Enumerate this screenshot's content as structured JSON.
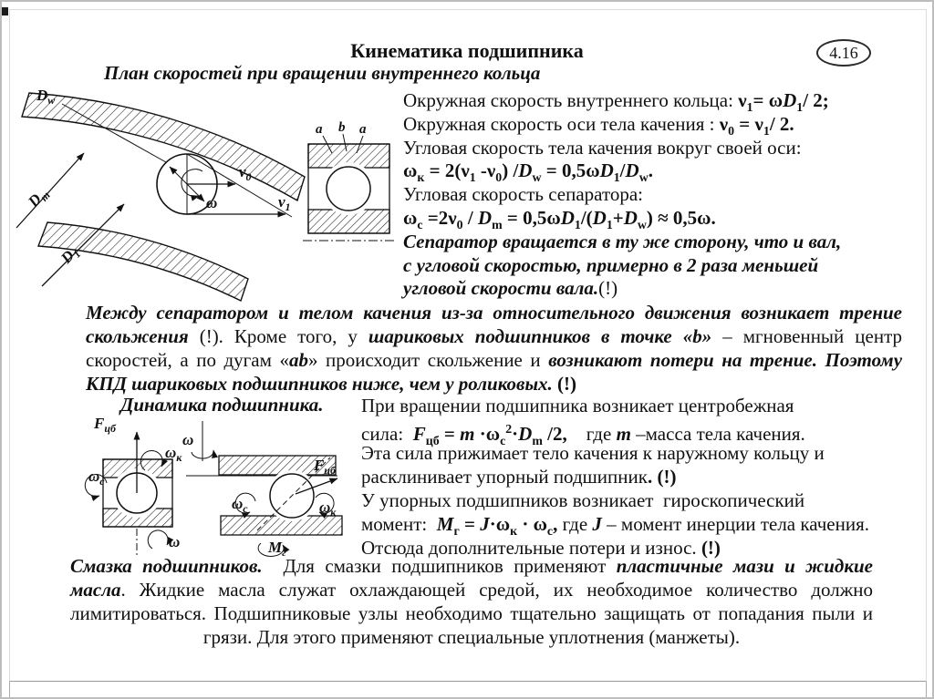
{
  "slide": {
    "title": "Кинематика подшипника",
    "badge": "4.16",
    "subtitle": "План скоростей при вращении внутреннего кольца"
  },
  "kinematics": {
    "lines": [
      "Окружная скорость внутреннего кольца: <b>ν<sub>1</sub>= ω<i>D</i><sub>1</sub>/ 2;</b>",
      "Окружная скорость оси тела качения : <b>ν<sub>0</sub> = ν<sub>1</sub>/ 2.</b>",
      "Угловая скорость тела качения вокруг своей оси:",
      "<b>ω<sub>к</sub> = 2(ν<sub>1</sub> -ν<sub>0</sub>) /<i>D</i><sub>w</sub> = 0,5ω<i>D</i><sub>1</sub>/<i>D</i><sub>w</sub>.</b>",
      "Угловая скорость сепаратора:",
      "<b>ω<sub>с</sub> =2ν<sub>0</sub> / <i>D</i><sub>m</sub> = 0,5ω<i>D</i><sub>1</sub>/(<i>D</i><sub>1</sub>+<i>D</i><sub>w</sub>) ≈ 0,5ω.</b>",
      "<b><i>Сепаратор вращается в ту же сторону, что и вал,</i></b>",
      "<b><i>с угловой скоростью, примерно в 2 раза меньшей</i></b>",
      "<b><i>угловой скорости вала.</i></b>(!)"
    ]
  },
  "friction_paragraph": "<b><i>Между сепаратором и телом качения из-за относительного движения возникает трение скольжения</i></b> (!). Кроме того, у <b><i>шариковых подшипников в точке «b»</i></b> – мгновенный центр скоростей, а по дугам «<b><i>ab</i></b>» происходит скольжение и <b><i>возникают потери на трение.</i></b> <b><i>Поэтому КПД шариковых подшипников ниже, чем у роликовых.</i></b> <b>(!)</b>",
  "dynamics": {
    "heading": "Динамика подшипника.",
    "lines": [
      "При вращении подшипника возникает центробежная",
      "сила:&nbsp; <b><i>F</i><sub>цб</sub> = <i>m</i> ·ω<sub>с</sub><sup>2</sup>·<i>D</i><sub>m</sub> /2,</b>&nbsp;&nbsp;&nbsp; где <b><i>m</i></b> –масса тела качения.",
      "Эта сила прижимает тело качения к наружному кольцу и",
      "расклинивает упорный подшипник<b>. (!)</b>",
      "У упорных подшипников возникает&nbsp; гироскопический",
      "момент:&nbsp; <b><i>M</i><sub>г</sub> = <i>J</i>·ω<sub>к</sub> · ω<sub>с</sub>,</b> где <b><i>J</i></b> – момент инерции тела качения.",
      "Отсюда дополнительные потери и износ. <b>(!)</b>"
    ]
  },
  "lubrication_paragraph": "<b><i>Смазка подшипников.</i></b>&nbsp; Для смазки подшипников применяют <b><i>пластичные мази и жидкие масла</i></b>. Жидкие масла служат охлаждающей средой, их необходимое количество должно лимитироваться. Подшипниковые узлы необходимо тщательно защищать от попадания пыли и грязи. Для этого применяют специальные уплотнения (манжеты).",
  "diagram_velocity": {
    "labels": {
      "Dw": {
        "base": "D",
        "sub": "w"
      },
      "Dm": {
        "base": "D",
        "sub": "m"
      },
      "D1": {
        "base": "D",
        "sub": "1"
      },
      "v0": {
        "base": "v",
        "sub": "0"
      },
      "v1": {
        "base": "v",
        "sub": "1"
      },
      "omega_ball": "ω"
    }
  },
  "diagram_section": {
    "labels": {
      "a_left": "a",
      "b": "b",
      "a_right": "a"
    }
  },
  "diagram_radial": {
    "labels": {
      "F": {
        "base": "F",
        "sub": "цб"
      },
      "omega_k": {
        "base": "ω",
        "sub": "к"
      },
      "omega_c": {
        "base": "ω",
        "sub": "с"
      },
      "omega": "ω"
    }
  },
  "diagram_thrust": {
    "labels": {
      "omega": "ω",
      "F": {
        "base": "F",
        "sub": "цб"
      },
      "omega_k": {
        "base": "ω",
        "sub": "к"
      },
      "omega_c": {
        "base": "ω",
        "sub": "с"
      },
      "M": {
        "base": "M",
        "sub": "г"
      }
    }
  },
  "colors": {
    "ink": "#111111",
    "frame": "#9a9a9a"
  }
}
